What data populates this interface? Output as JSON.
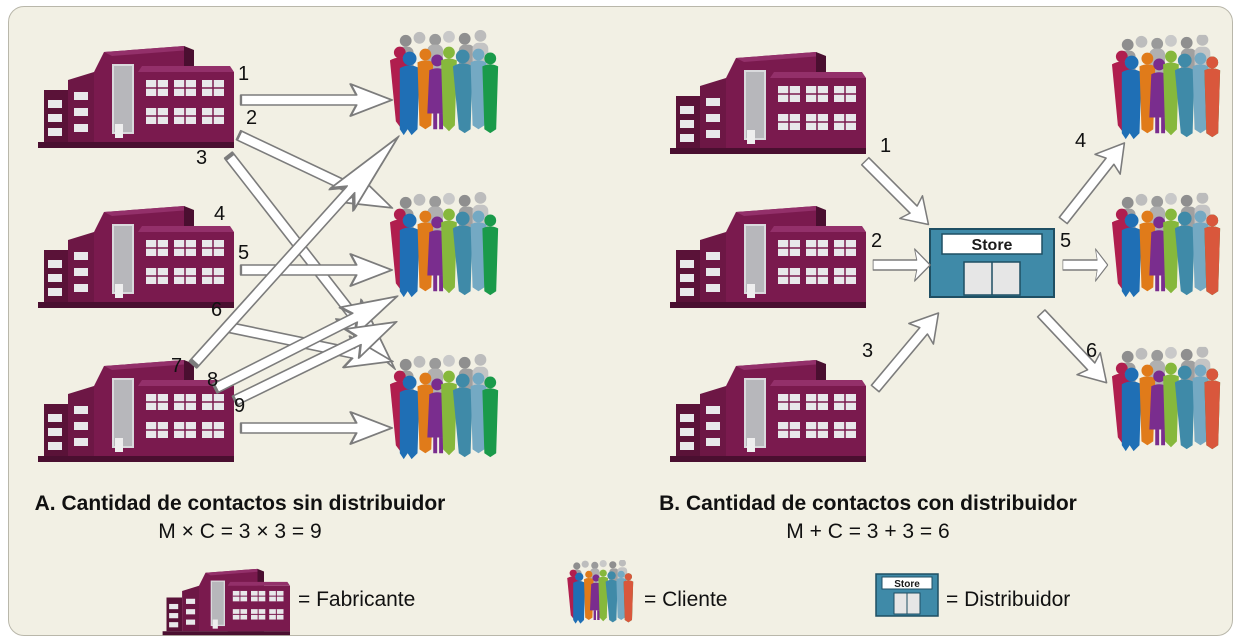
{
  "panel_a": {
    "numbers": [
      "1",
      "2",
      "3",
      "4",
      "5",
      "6",
      "7",
      "8",
      "9"
    ],
    "caption_title": "A. Cantidad de contactos sin distribuidor",
    "caption_formula": "M × C = 3 × 3 = 9"
  },
  "panel_b": {
    "numbers": [
      "1",
      "2",
      "3",
      "4",
      "5",
      "6"
    ],
    "store_sign": "Store",
    "caption_title": "B. Cantidad de contactos con distribuidor",
    "caption_formula": "M + C = 3 + 3 = 6"
  },
  "legend": {
    "manufacturer": "= Fabricante",
    "customer": "= Cliente",
    "store_sign": "Store",
    "distributor": "= Distribuidor"
  },
  "colors": {
    "building": "#7a1a4e",
    "building_dark": "#4a0f30",
    "window": "#e8e8ea",
    "store_blue": "#3f8aa8",
    "arrow_fill": "#ffffff",
    "arrow_stroke": "#7c7c7c",
    "background": "#f2f0e4"
  },
  "icons": {
    "manufacturer": "factory-building-icon",
    "customer": "customer-group-icon",
    "distributor": "store-icon"
  }
}
